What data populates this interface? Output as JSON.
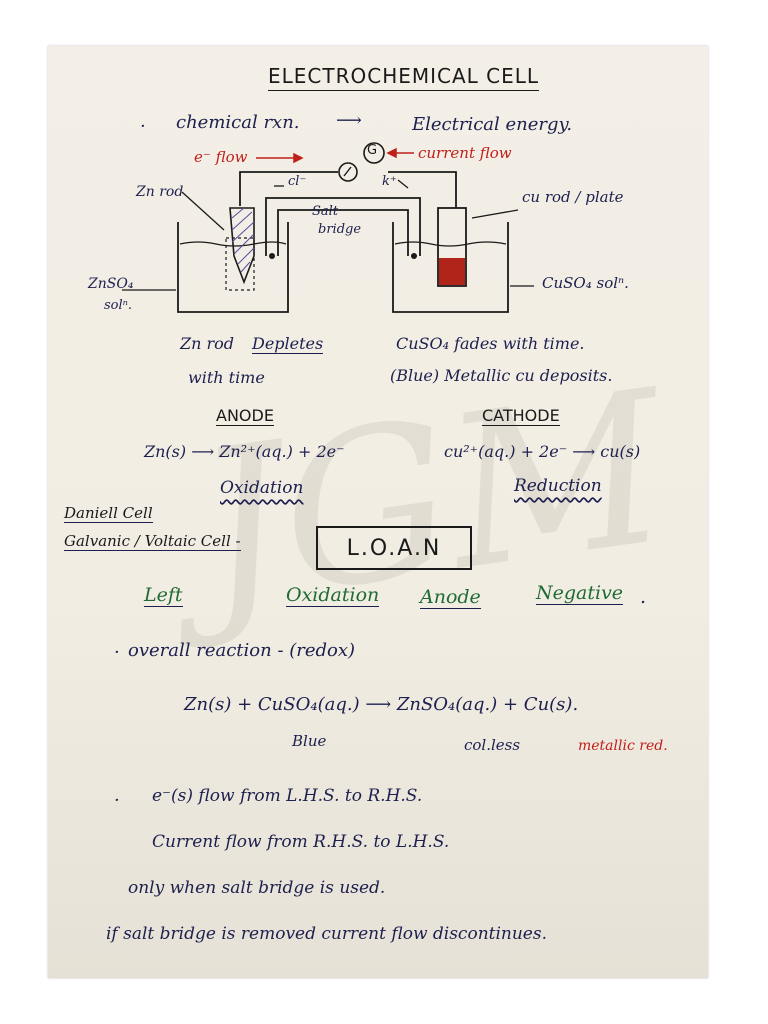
{
  "page": {
    "title": "ELECTROCHEMICAL CELL",
    "watermark": "JGM"
  },
  "intro": {
    "bullet1_left": "chemical rxn.",
    "bullet1_right": "Electrical energy."
  },
  "diagram": {
    "e_flow": "e⁻ flow",
    "galvanometer": "G",
    "current_flow": "current flow",
    "zn_rod": "Zn rod",
    "cl_ion": "cl⁻",
    "k_ion": "k⁺",
    "salt_bridge_line1": "Salt",
    "salt_bridge_line2": "bridge",
    "cu_rod": "cu rod / plate",
    "znso4_line1": "ZnSO₄",
    "znso4_line2": "solⁿ.",
    "cuso4_sol": "CuSO₄ solⁿ."
  },
  "observations": {
    "zn_line1_a": "Zn rod",
    "zn_line1_b": "Depletes",
    "zn_line2": "with time",
    "cu_line1": "CuSO₄ fades with time.",
    "cu_line2": "(Blue) Metallic cu deposits."
  },
  "electrodes": {
    "anode": "ANODE",
    "cathode": "CATHODE",
    "anode_eq": "Zn(s) ⟶ Zn²⁺(aq.) + 2e⁻",
    "cathode_eq": "cu²⁺(aq.) + 2e⁻ ⟶ cu(s)",
    "oxidation": "Oxidation",
    "reduction": "Reduction"
  },
  "cell_names": {
    "daniell": "Daniell Cell",
    "galvanic": "Galvanic / Voltaic Cell -"
  },
  "mnemonic": {
    "box": "L.O.A.N",
    "left": "Left",
    "oxidation": "Oxidation",
    "anode": "Anode",
    "negative": "Negative",
    "negative_dot": "."
  },
  "overall": {
    "heading": "overall reaction - (redox)",
    "equation": "Zn(s) + CuSO₄(aq.) ⟶ ZnSO₄(aq.) + Cu(s).",
    "blue": "Blue",
    "colless": "col.less",
    "metallic_red": "metallic red."
  },
  "notes": {
    "line1": "e⁻(s) flow from L.H.S. to R.H.S.",
    "line2": "Current flow from R.H.S. to L.H.S.",
    "line3": "only when salt bridge is used.",
    "line4": "if salt bridge is removed current flow discontinues."
  },
  "colors": {
    "ink": "#1d1f4e",
    "red": "#c0201a",
    "green": "#1f6b34",
    "copper_deposit": "#b0241a"
  }
}
